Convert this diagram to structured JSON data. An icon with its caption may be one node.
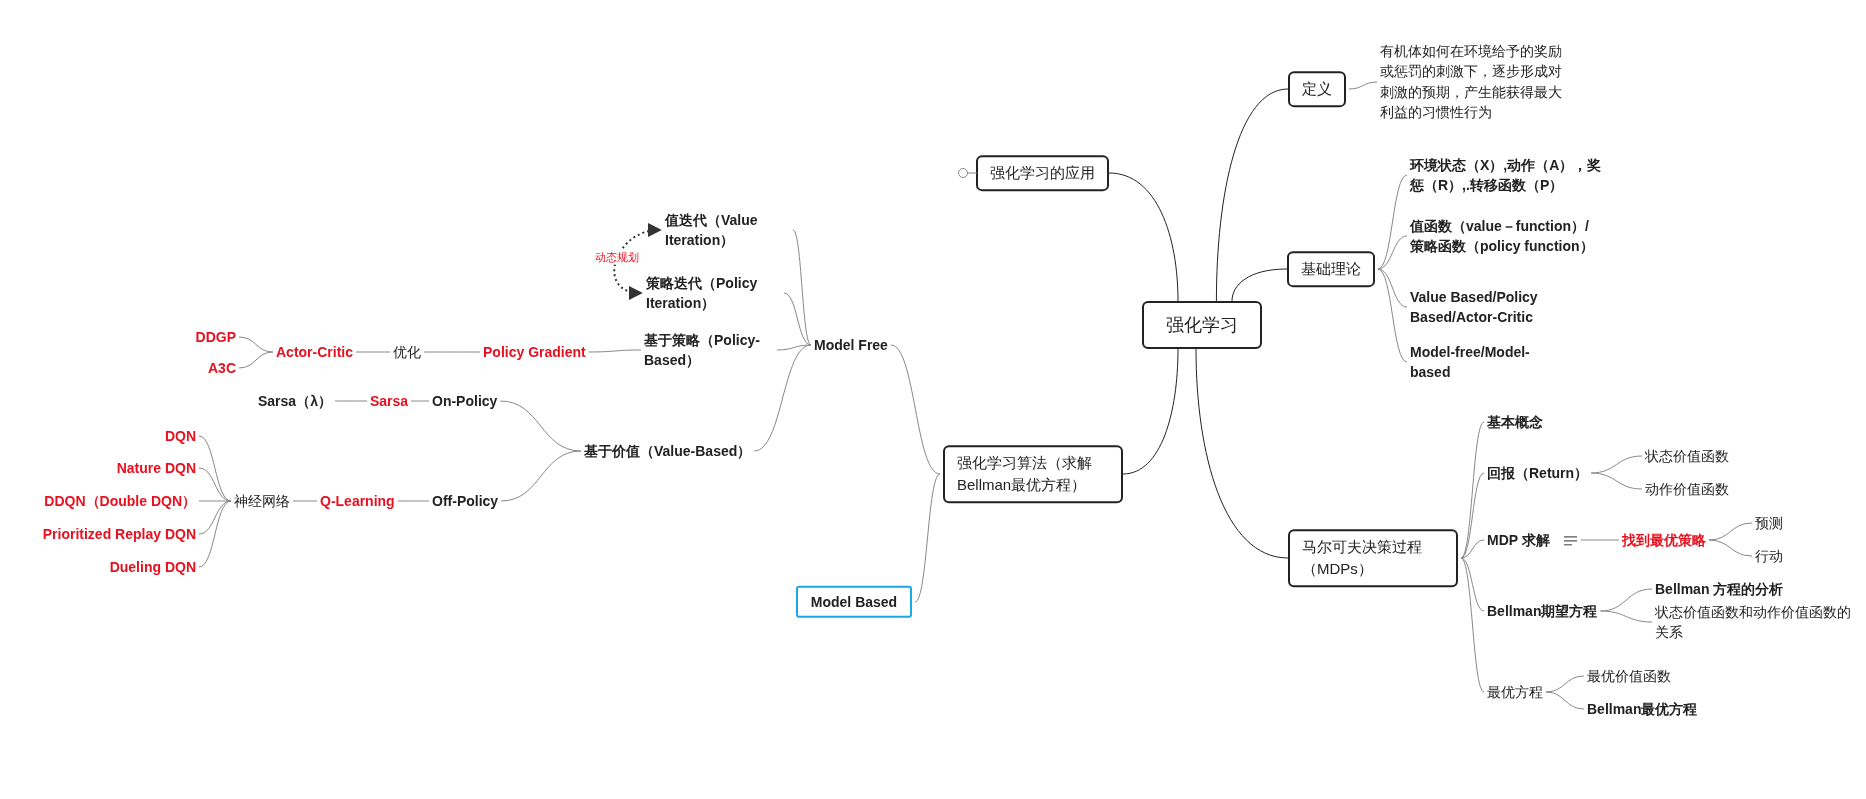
{
  "diagram": {
    "nodes": [
      {
        "text": [
          "强化学习"
        ]
      },
      {
        "text": [
          "定义"
        ]
      },
      {
        "text": [
          "有机体如何在环境给予的奖励或惩罚的刺激下，逐步形成对刺激的预期，产生能获得最大利益的习惯性行为"
        ]
      },
      {
        "text": [
          "基础理论"
        ]
      },
      {
        "text": [
          "环境状态（X）,动作（A），奖惩（R）,.转移函数（P）"
        ]
      },
      {
        "text": [
          "值函数（value－function）/策略函数（policy function）"
        ]
      },
      {
        "text": [
          "Value Based/Policy Based/Actor-Critic"
        ]
      },
      {
        "text": [
          "Model-free/Model-based"
        ]
      },
      {
        "text": [
          "强化学习的应用"
        ]
      },
      {
        "text": [
          "强化学习算法（求解Bellman最优方程）"
        ]
      },
      {
        "text": [
          "Model Free"
        ]
      },
      {
        "text": [
          "Model Based"
        ]
      },
      {
        "text": [
          "值迭代（Value Iteration）"
        ]
      },
      {
        "text": [
          "策略迭代（Policy Iteration）"
        ]
      },
      {
        "text": [
          "基于策略（Policy-Based）"
        ]
      },
      {
        "text": [
          "基于价值（Value-Based）"
        ]
      },
      {
        "text": [
          "Policy Gradient"
        ]
      },
      {
        "text": [
          "优化"
        ]
      },
      {
        "text": [
          "Actor-Critic"
        ]
      },
      {
        "text": [
          "DDGP"
        ]
      },
      {
        "text": [
          "A3C"
        ]
      },
      {
        "text": [
          "On-Policy"
        ]
      },
      {
        "text": [
          "Sarsa"
        ]
      },
      {
        "text": [
          "Sarsa（λ）"
        ]
      },
      {
        "text": [
          "Off-Policy"
        ]
      },
      {
        "text": [
          "Q-Learning"
        ]
      },
      {
        "text": [
          "神经网络"
        ]
      },
      {
        "text": [
          "DQN"
        ]
      },
      {
        "text": [
          "Nature DQN"
        ]
      },
      {
        "text": [
          "DDQN（Double DQN）"
        ]
      },
      {
        "text": [
          "Prioritized Replay DQN"
        ]
      },
      {
        "text": [
          "Dueling DQN"
        ]
      },
      {
        "text": [
          "马尔可夫决策过程（MDPs）"
        ]
      },
      {
        "text": [
          "基本概念"
        ]
      },
      {
        "text": [
          "回报（Return）"
        ]
      },
      {
        "text": [
          "状态价值函数"
        ]
      },
      {
        "text": [
          "动作价值函数"
        ]
      },
      {
        "text": [
          "MDP 求解"
        ]
      },
      {
        "text": [
          "找到最优策略"
        ]
      },
      {
        "text": [
          "预测"
        ]
      },
      {
        "text": [
          "行动"
        ]
      },
      {
        "text": [
          "Bellman期望方程"
        ]
      },
      {
        "text": [
          "Bellman 方程的分析"
        ]
      },
      {
        "text": [
          "状态价值函数和动作价值函数的关系"
        ]
      },
      {
        "text": [
          "最优方程"
        ]
      },
      {
        "text": [
          "最优价值函数"
        ]
      },
      {
        "text": [
          "Bellman最优方程"
        ]
      }
    ],
    "edges": [
      {
        "from": 0,
        "to": 1,
        "arrow": "none",
        "color": "#222222"
      },
      {
        "from": 0,
        "to": 3,
        "arrow": "none",
        "color": "#222222"
      },
      {
        "from": 0,
        "to": 8,
        "arrow": "none",
        "color": "#222222"
      },
      {
        "from": 0,
        "to": 9,
        "arrow": "none",
        "color": "#222222"
      },
      {
        "from": 0,
        "to": 32,
        "arrow": "none",
        "color": "#222222"
      },
      {
        "from": 1,
        "to": 2,
        "arrow": "none"
      },
      {
        "from": 3,
        "to": 4,
        "arrow": "none"
      },
      {
        "from": 3,
        "to": 5,
        "arrow": "none"
      },
      {
        "from": 3,
        "to": 6,
        "arrow": "none"
      },
      {
        "from": 3,
        "to": 7,
        "arrow": "none"
      },
      {
        "from": 9,
        "to": 10,
        "arrow": "none"
      },
      {
        "from": 9,
        "to": 11,
        "arrow": "none"
      },
      {
        "from": 10,
        "to": 12,
        "arrow": "none"
      },
      {
        "from": 10,
        "to": 13,
        "arrow": "none"
      },
      {
        "from": 10,
        "to": 14,
        "arrow": "none"
      },
      {
        "from": 10,
        "to": 15,
        "arrow": "none"
      },
      {
        "from": 14,
        "to": 16,
        "arrow": "none"
      },
      {
        "from": 16,
        "to": 17,
        "arrow": "none"
      },
      {
        "from": 17,
        "to": 18,
        "arrow": "none"
      },
      {
        "from": 18,
        "to": 19,
        "arrow": "none"
      },
      {
        "from": 18,
        "to": 20,
        "arrow": "none"
      },
      {
        "from": 15,
        "to": 21,
        "arrow": "none"
      },
      {
        "from": 15,
        "to": 24,
        "arrow": "none"
      },
      {
        "from": 21,
        "to": 22,
        "arrow": "none"
      },
      {
        "from": 22,
        "to": 23,
        "arrow": "none"
      },
      {
        "from": 24,
        "to": 25,
        "arrow": "none"
      },
      {
        "from": 25,
        "to": 26,
        "arrow": "none"
      },
      {
        "from": 26,
        "to": 27,
        "arrow": "none"
      },
      {
        "from": 26,
        "to": 28,
        "arrow": "none"
      },
      {
        "from": 26,
        "to": 29,
        "arrow": "none"
      },
      {
        "from": 26,
        "to": 30,
        "arrow": "none"
      },
      {
        "from": 26,
        "to": 31,
        "arrow": "none"
      },
      {
        "from": 32,
        "to": 33,
        "arrow": "none"
      },
      {
        "from": 32,
        "to": 34,
        "arrow": "none"
      },
      {
        "from": 32,
        "to": 37,
        "arrow": "none"
      },
      {
        "from": 32,
        "to": 41,
        "arrow": "none"
      },
      {
        "from": 32,
        "to": 44,
        "arrow": "none"
      },
      {
        "from": 34,
        "to": 35,
        "arrow": "none"
      },
      {
        "from": 34,
        "to": 36,
        "arrow": "none"
      },
      {
        "from": 37,
        "to": 38,
        "arrow": "none"
      },
      {
        "from": 38,
        "to": 39,
        "arrow": "none"
      },
      {
        "from": 38,
        "to": 40,
        "arrow": "none"
      },
      {
        "from": 41,
        "to": 42,
        "arrow": "none"
      },
      {
        "from": 41,
        "to": 43,
        "arrow": "none"
      },
      {
        "from": 44,
        "to": 45,
        "arrow": "none"
      },
      {
        "from": 44,
        "to": 46,
        "arrow": "none"
      },
      {
        "from": 12,
        "to": 13,
        "arrow": "both",
        "style": "dashed",
        "label": "动态规划"
      }
    ]
  }
}
